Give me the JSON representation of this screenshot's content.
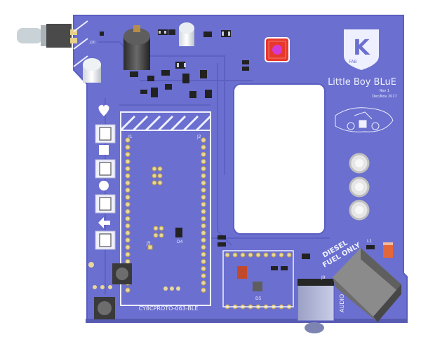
{
  "board": {
    "brand_letter": "K",
    "brand_subtext": "FAB",
    "title": "Little Boy BLuE",
    "revision": "Rev 1",
    "date": "Dec/Nov 2017",
    "module_label": "CY8CPROTO-063-BLE",
    "warning_line1": "DIESEL",
    "warning_line2": "FUEL ONLY",
    "audio_label": "AUDIO",
    "ref_j1": "J1",
    "ref_j2": "J2",
    "ref_j5": "J5",
    "ref_j9": "J9",
    "ref_d4": "D4",
    "ref_d5": "D5",
    "ref_l1": "L1",
    "ref_j10": "J10",
    "colors": {
      "pcb": "#6b6fcf",
      "silkscreen": "#eef0ff",
      "accent_led": "#e8382c"
    },
    "button_symbols": [
      "heart-icon",
      "square-icon",
      "circle-icon",
      "arrow-left-icon"
    ]
  }
}
